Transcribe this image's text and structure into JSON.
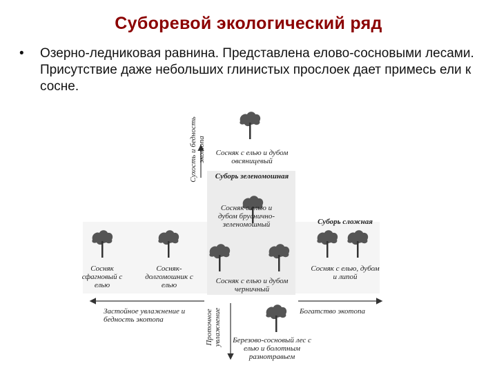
{
  "title": "Суборевой экологический ряд",
  "bullet": {
    "mark": "•",
    "text": "Озерно-ледниковая равнина. Представлена елово-сосновыми лесами. Присутствие даже небольших глинистых прослоек дает примесь ели к сосне."
  },
  "diagram": {
    "axis_dryness": "Сухость и бедность экотопа",
    "axis_stagnant": "Застойное увлажнение и бедность экотопа",
    "axis_richness": "Богатство экотопа",
    "axis_flowing": "Проточное увлажнение",
    "label_top_forest": "Сосняк с елью и дубом овсяницевый",
    "label_green_moss": "Суборь зеленомошная",
    "label_center_forest": "Сосняк с елью и дубом бруснично-зеленомошный",
    "label_complex": "Суборь сложная",
    "label_left1": "Сосняк сфагновый с елью",
    "label_left2": "Сосняк-долгомошник с елью",
    "label_blueberry": "Сосняк с елью и дубом черничный",
    "label_right": "Сосняк с елью, дубом и липой",
    "label_bottom": "Березово-сосновый лес с елью и болотным разнотравьем",
    "tree_icon": "pine-tree-icon"
  }
}
